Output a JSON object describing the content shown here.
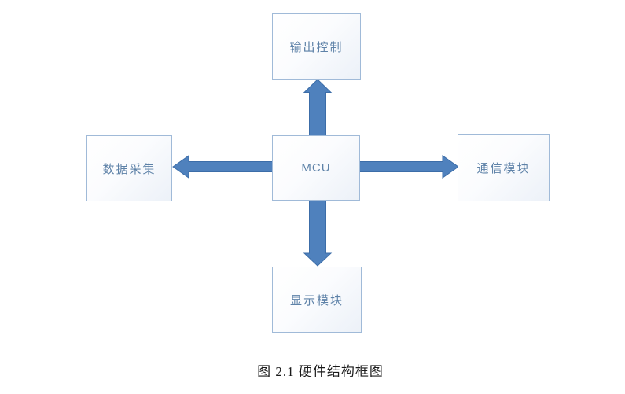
{
  "figure": {
    "caption": "图 2.1 硬件结构框图",
    "nodes": [
      {
        "id": "output-control",
        "label": "输出控制",
        "position": "top"
      },
      {
        "id": "data-acquisition",
        "label": "数据采集",
        "position": "left"
      },
      {
        "id": "mcu",
        "label": "MCU",
        "position": "center"
      },
      {
        "id": "communication-module",
        "label": "通信模块",
        "position": "right"
      },
      {
        "id": "display-module",
        "label": "显示模块",
        "position": "bottom"
      }
    ],
    "edges": [
      {
        "from": "mcu",
        "to": "output-control",
        "direction": "up"
      },
      {
        "from": "mcu",
        "to": "data-acquisition",
        "direction": "left"
      },
      {
        "from": "mcu",
        "to": "communication-module",
        "direction": "right"
      },
      {
        "from": "mcu",
        "to": "display-module",
        "direction": "down"
      }
    ],
    "colors": {
      "arrow_fill": "#4f81bd",
      "arrow_outline": "#3c6da8",
      "node_border": "#a0bad8",
      "node_fill_start": "#ffffff",
      "node_fill_end": "#ecf1f8",
      "node_text": "#5e82a8",
      "caption_text": "#1a1a1a",
      "background": "#ffffff"
    }
  }
}
